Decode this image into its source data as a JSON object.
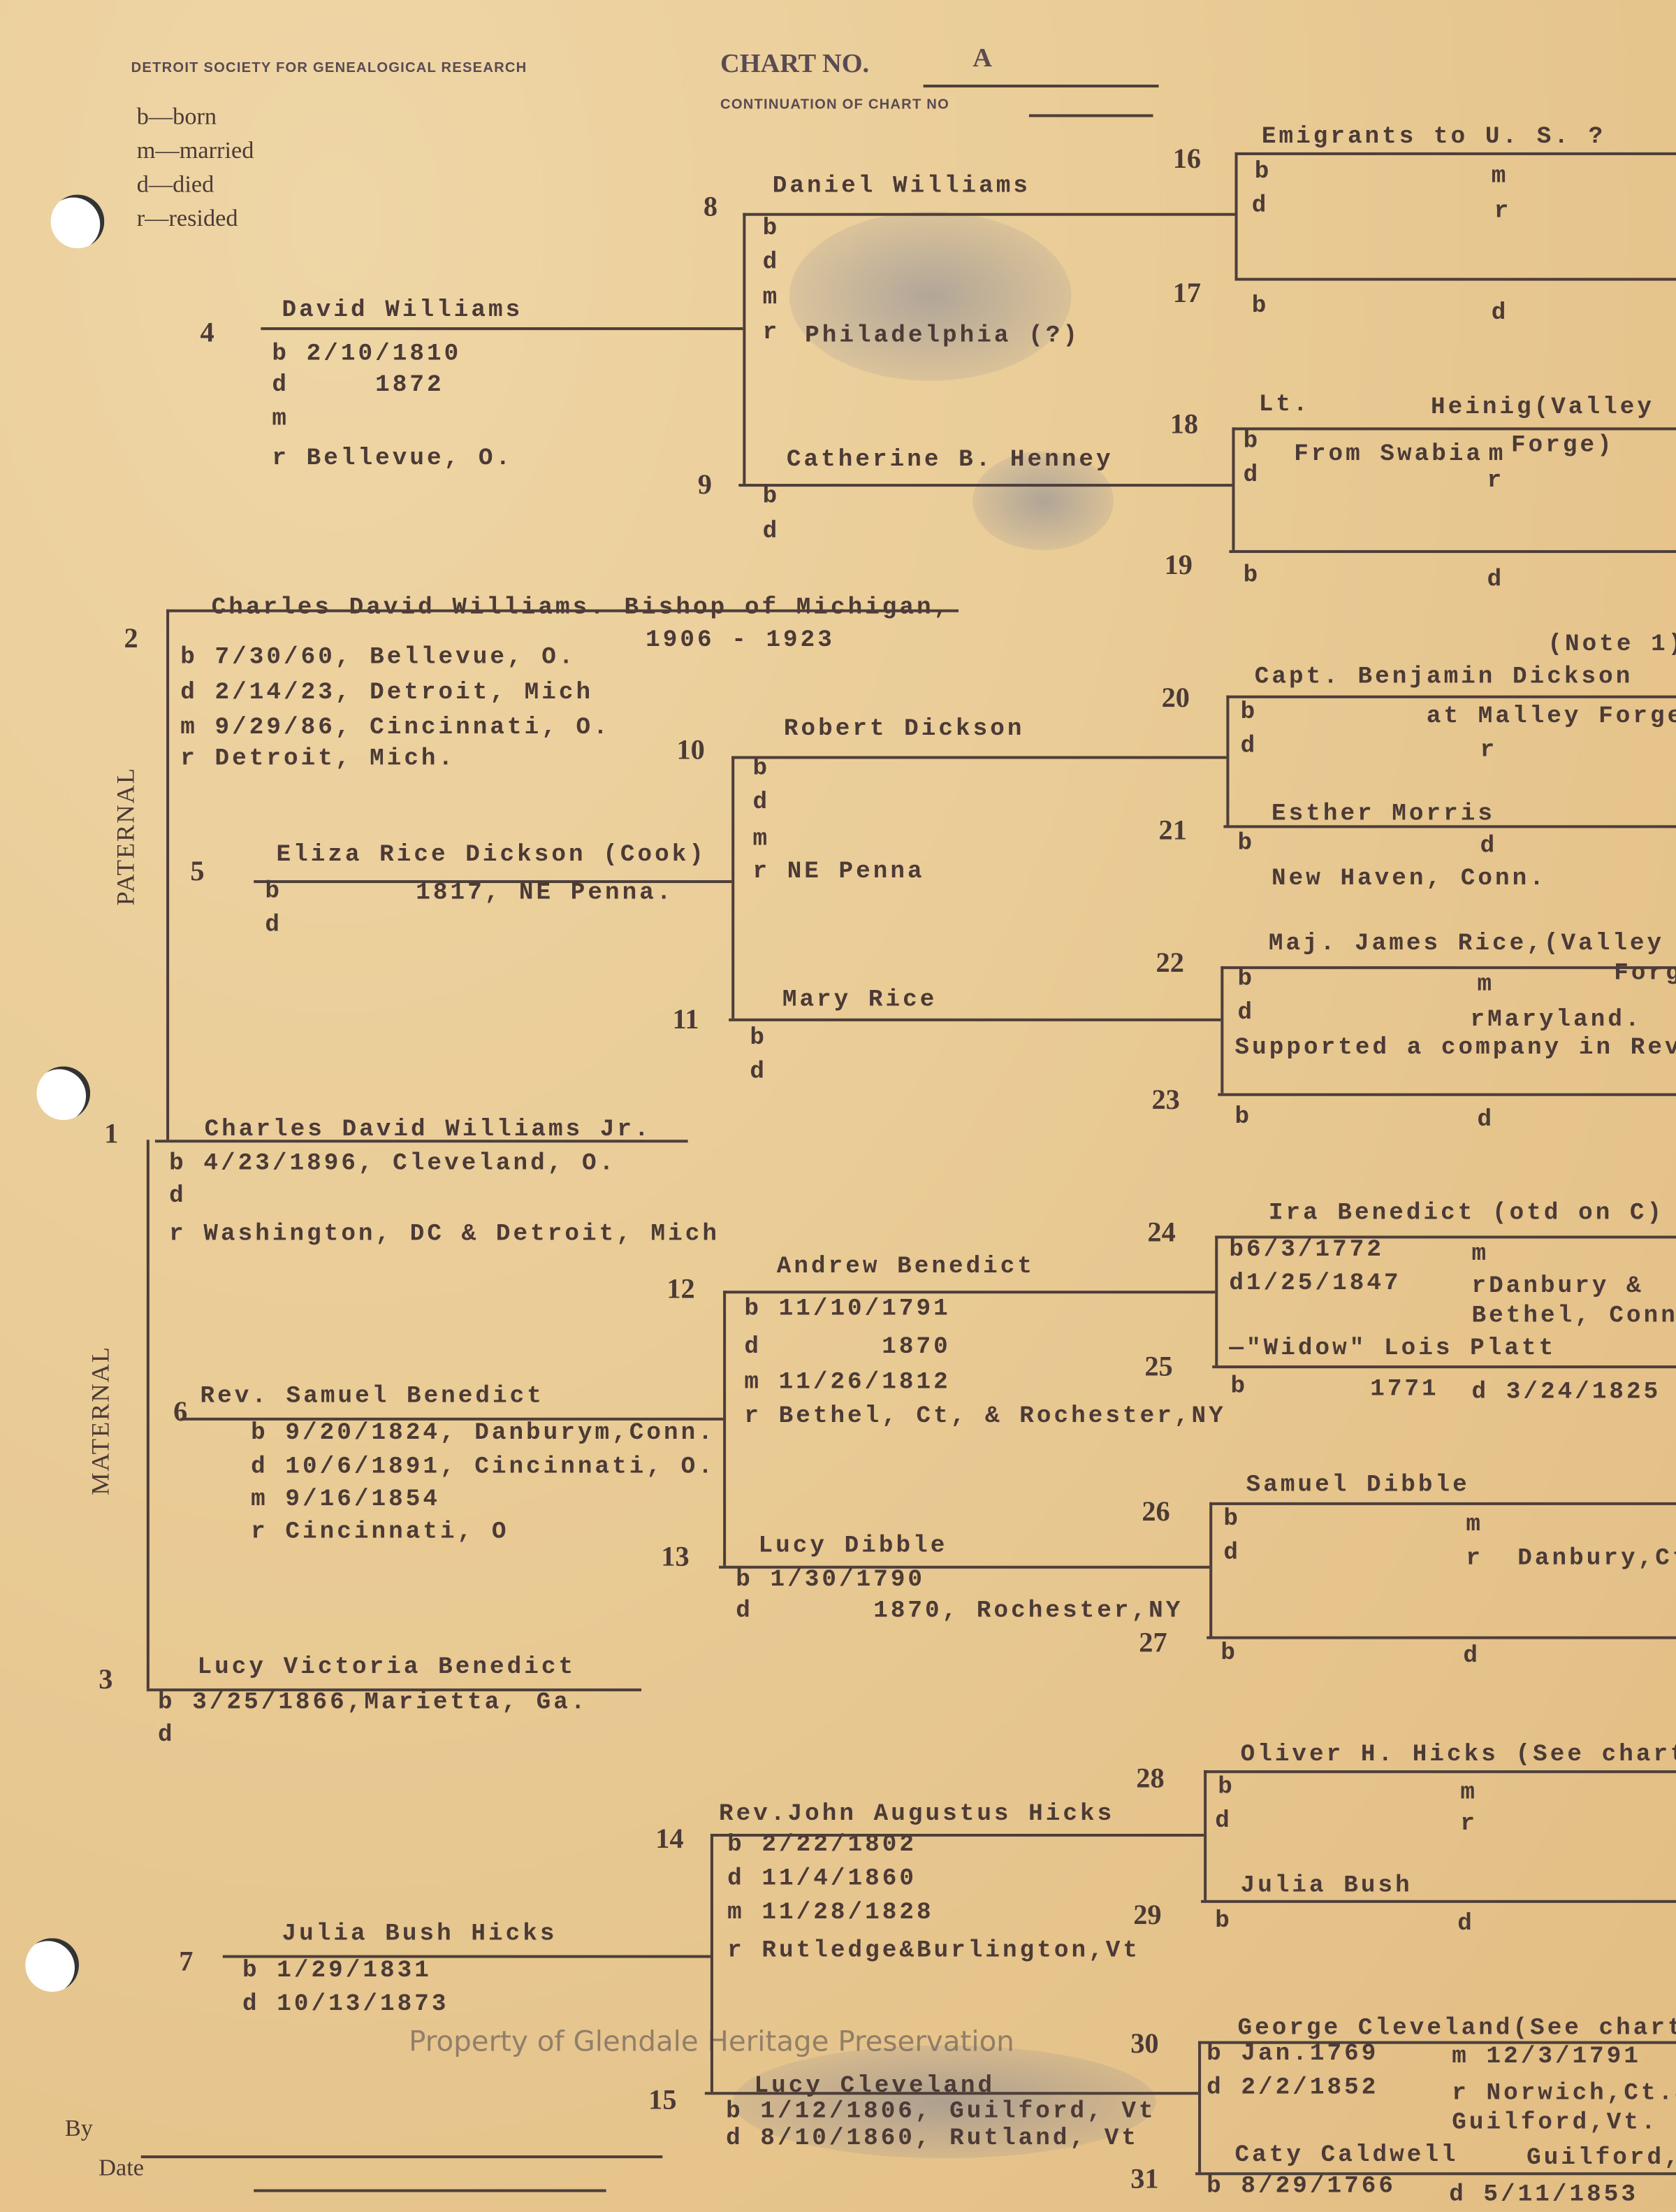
{
  "header": {
    "society": "DETROIT SOCIETY FOR GENEALOGICAL RESEARCH",
    "chart_no_label": "CHART NO.",
    "chart_no": "A",
    "continuation_label": "CONTINUATION OF CHART NO"
  },
  "legend": [
    "b—born",
    "m—married",
    "d—died",
    "r—resided"
  ],
  "side_labels": {
    "paternal": "PATERNAL",
    "maternal": "MATERNAL"
  },
  "note": "(Note 1)",
  "persons": {
    "p1": {
      "num": "1",
      "name": "Charles David Williams Jr.",
      "lines": [
        "b 4/23/1896, Cleveland, O.",
        "d",
        "r Washington, DC & Detroit, Mich"
      ]
    },
    "p2": {
      "num": "2",
      "name": "Charles David Williams. Bishop of Michigan,",
      "lines": [
        "1906 - 1923",
        "b 7/30/60, Bellevue, O.",
        "d 2/14/23, Detroit, Mich",
        "m 9/29/86, Cincinnati, O.",
        "r Detroit, Mich."
      ]
    },
    "p3": {
      "num": "3",
      "name": "Lucy Victoria Benedict",
      "lines": [
        "b 3/25/1866,Marietta, Ga.",
        "d"
      ]
    },
    "p4": {
      "num": "4",
      "name": "David Williams",
      "lines": [
        "b 2/10/1810",
        "d     1872",
        "m",
        "r Bellevue, O."
      ]
    },
    "p5": {
      "num": "5",
      "name": "Eliza Rice Dickson (Cook)",
      "lines": [
        "b",
        "1817, NE Penna.",
        "d"
      ]
    },
    "p6": {
      "num": "6",
      "name": "Rev. Samuel Benedict",
      "lines": [
        "b 9/20/1824, Danburym,Conn.",
        "d 10/6/1891, Cincinnati, O.",
        "m 9/16/1854",
        "r Cincinnati, O"
      ]
    },
    "p7": {
      "num": "7",
      "name": "Julia Bush Hicks",
      "lines": [
        "b 1/29/1831",
        "d 10/13/1873"
      ]
    },
    "p8": {
      "num": "8",
      "name": "Daniel Williams",
      "lines": [
        "b",
        "d",
        "m",
        "r",
        "Philadelphia (?)"
      ]
    },
    "p9": {
      "num": "9",
      "name": "Catherine B. Henney",
      "lines": [
        "b",
        "d"
      ]
    },
    "p10": {
      "num": "10",
      "name": "Robert Dickson",
      "lines": [
        "b",
        "d",
        "m",
        "r NE Penna"
      ]
    },
    "p11": {
      "num": "11",
      "name": "Mary Rice",
      "lines": [
        "b",
        "d"
      ]
    },
    "p12": {
      "num": "12",
      "name": "Andrew Benedict",
      "lines": [
        "b 11/10/1791",
        "d       1870",
        "m 11/26/1812",
        "r Bethel, Ct, & Rochester,NY"
      ]
    },
    "p13": {
      "num": "13",
      "name": "Lucy Dibble",
      "lines": [
        "b 1/30/1790",
        "d       1870, Rochester,NY"
      ]
    },
    "p14": {
      "num": "14",
      "name": "Rev.John Augustus Hicks",
      "lines": [
        "b 2/22/1802",
        "d 11/4/1860",
        "m 11/28/1828",
        "r Rutledge&Burlington,Vt"
      ]
    },
    "p15": {
      "num": "15",
      "name": "Lucy Cleveland",
      "lines": [
        "b 1/12/1806, Guilford, Vt",
        "d 8/10/1860, Rutland, Vt"
      ]
    },
    "p16": {
      "num": "16",
      "name": "Emigrants to U. S. ?",
      "lines": [
        "b",
        "m",
        "d",
        "r"
      ]
    },
    "p17": {
      "num": "17",
      "name": "",
      "lines": [
        "b",
        "d"
      ]
    },
    "p18": {
      "num": "18",
      "name": "Lt.",
      "lines": [
        "Heinig(Valley",
        "Forge)",
        "b",
        "From Swabia",
        "m",
        "d",
        "r"
      ]
    },
    "p19": {
      "num": "19",
      "name": "",
      "lines": [
        "b",
        "d"
      ]
    },
    "p20": {
      "num": "20",
      "name": "Capt. Benjamin Dickson",
      "lines": [
        "b",
        "at Malley Forge",
        "d",
        "r"
      ]
    },
    "p21": {
      "num": "21",
      "name": "Esther Morris",
      "lines": [
        "b",
        "d",
        "New Haven, Conn."
      ]
    },
    "p22": {
      "num": "22",
      "name": "Maj. James Rice,(Valley",
      "lines": [
        "Forg",
        "b",
        "m",
        "d",
        "rMaryland.",
        "Supported a company in Rev"
      ]
    },
    "p23": {
      "num": "23",
      "name": "",
      "lines": [
        "b",
        "d"
      ]
    },
    "p24": {
      "num": "24",
      "name": "Ira Benedict (otd on C)",
      "lines": [
        "b6/3/1772",
        "m",
        "d1/25/1847",
        "rDanbury &",
        "Bethel, Conn"
      ]
    },
    "p25": {
      "num": "25",
      "name": "—\"Widow\" Lois Platt",
      "lines": [
        "b",
        "1771",
        "d 3/24/1825"
      ]
    },
    "p26": {
      "num": "26",
      "name": "Samuel Dibble",
      "lines": [
        "b",
        "m",
        "d",
        "r  Danbury,Ct"
      ]
    },
    "p27": {
      "num": "27",
      "name": "",
      "lines": [
        "b",
        "d"
      ]
    },
    "p28": {
      "num": "28",
      "name": "Oliver H. Hicks (See chart",
      "lines": [
        "b",
        "m",
        "d",
        "r"
      ]
    },
    "p29": {
      "num": "29",
      "name": "Julia Bush",
      "lines": [
        "b",
        "d"
      ]
    },
    "p30": {
      "num": "30",
      "name": "George Cleveland(See chart",
      "lines": [
        "b Jan.1769",
        "m 12/3/1791",
        "d 2/2/1852",
        "r Norwich,Ct.&",
        "Guilford,Vt."
      ]
    },
    "p31": {
      "num": "31",
      "name": "Caty Caldwell",
      "lines": [
        "Guilford,",
        "b 8/29/1766",
        "d 5/11/1853"
      ]
    }
  },
  "footer": {
    "by": "By",
    "date": "Date"
  },
  "watermark": "Property of Glendale Heritage Preservation"
}
